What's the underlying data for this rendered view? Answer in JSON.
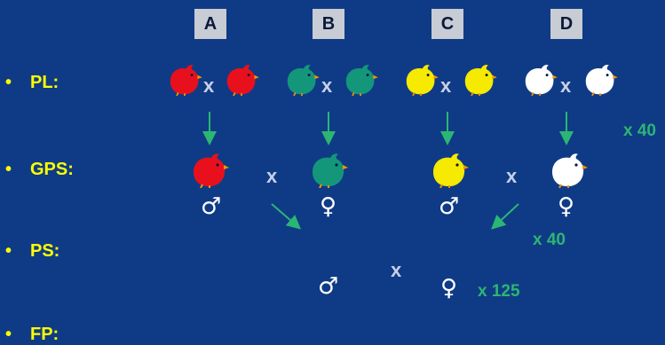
{
  "columns": [
    "A",
    "B",
    "C",
    "D"
  ],
  "generations": [
    {
      "bullet": "•",
      "label": "PL:"
    },
    {
      "bullet": "•",
      "label": "GPS:"
    },
    {
      "bullet": "•",
      "label": "PS:"
    },
    {
      "bullet": "•",
      "label": "FP:"
    }
  ],
  "cross_symbol": "x",
  "multipliers": {
    "pl_to_gps": "x 40",
    "gps_to_ps": "x 40",
    "ps_to_fp": "x 125"
  },
  "sex_symbols": {
    "male": "♂",
    "female": "♀"
  },
  "colors": {
    "background": "#0f3b86",
    "line_A": "#e8101c",
    "line_B": "#14967a",
    "line_C": "#f5ea00",
    "line_D": "#ffffff",
    "arrow": "#2bb673",
    "label": "#ffff00"
  }
}
